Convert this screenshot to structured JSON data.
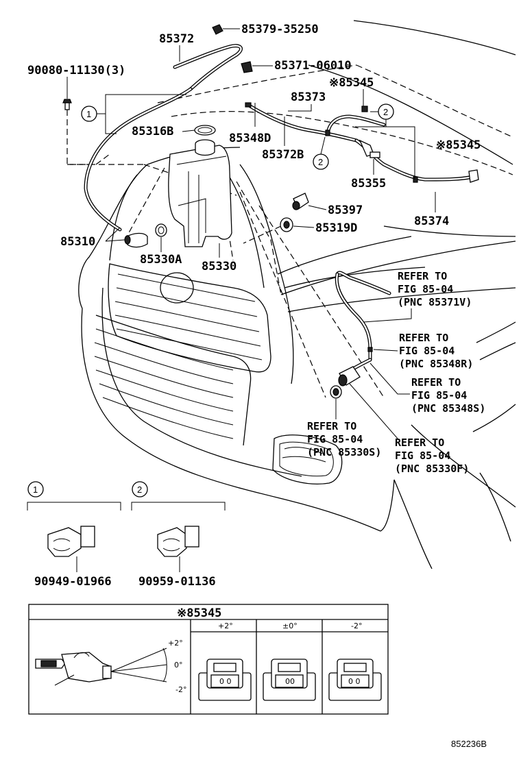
{
  "parts": {
    "p85372": "85372",
    "p85379": "85379-35250",
    "p90080": "90080-11130(3)",
    "p85371": "85371-06010",
    "p85345_top": "※85345",
    "p85373": "85373",
    "p85316b": "85316B",
    "p85348d": "85348D",
    "p85372b": "85372B",
    "p85345_right": "※85345",
    "p85355": "85355",
    "p85397": "85397",
    "p85374": "85374",
    "p85310": "85310",
    "p85319d": "85319D",
    "p85330a": "85330A",
    "p85330": "85330"
  },
  "refs": {
    "r1": [
      "REFER TO",
      "FIG 85-04",
      "(PNC 85371V)"
    ],
    "r2": [
      "REFER TO",
      "FIG 85-04",
      "(PNC 85348R)"
    ],
    "r3": [
      "REFER TO",
      "FIG 85-04",
      "(PNC 85348S)"
    ],
    "r4": [
      "REFER TO",
      "FIG 85-04",
      "(PNC 85330S)"
    ],
    "r5": [
      "REFER TO",
      "FIG 85-04",
      "(PNC 85330F)"
    ]
  },
  "callouts": {
    "c1": "1",
    "c2": "2"
  },
  "clips": {
    "clip1_part": "90949-01966",
    "clip2_part": "90959-01136"
  },
  "table": {
    "title": "※85345",
    "col_plus": "+2°",
    "col_zero": "±0°",
    "col_minus": "-2°",
    "angle_plus": "+2°",
    "angle_zero": "0°",
    "angle_minus": "-2°",
    "nozzle_plus_mark": "0 0",
    "nozzle_zero_mark": "00",
    "nozzle_minus_mark": "0 0"
  },
  "figure_id": "852236B"
}
